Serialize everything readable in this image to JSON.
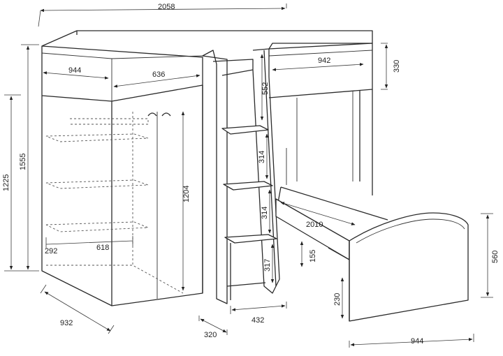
{
  "dimensions": {
    "overall_width": "2058",
    "wardrobe_depth": "944",
    "wardrobe_width": "636",
    "upper_bed_width": "942",
    "rail_height": "330",
    "ladder_upper": "552",
    "shelf_gap_1": "314",
    "shelf_gap_2": "314",
    "total_height": "1555",
    "bed_height": "1225",
    "door_height": "1204",
    "shelf_depth": "292",
    "shelf_width": "618",
    "lower_bed_length": "2010",
    "lower_rail": "155",
    "step_height": "317",
    "headboard_height": "560",
    "under_bed": "230",
    "base_depth": "932",
    "ladder_depth": "320",
    "ladder_width": "432",
    "lower_bed_width": "944"
  },
  "colors": {
    "line": "#2a2a2a",
    "background": "#ffffff"
  }
}
